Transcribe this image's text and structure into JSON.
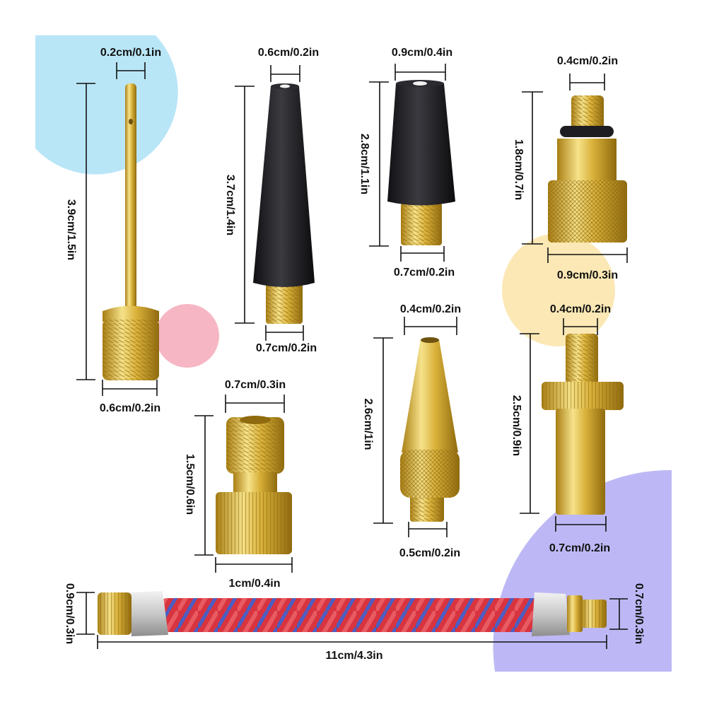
{
  "labels": {
    "needle_tip": "0.2cm/0.1in",
    "needle_height": "3.9cm/1.5in",
    "needle_base": "0.6cm/0.2in",
    "long_cone_top": "0.6cm/0.2in",
    "long_cone_height": "3.7cm/1.4in",
    "long_cone_thread": "0.7cm/0.2in",
    "short_cone_top": "0.9cm/0.4in",
    "short_cone_height": "2.8cm/1.1in",
    "short_cone_thread": "0.7cm/0.2in",
    "oring_top": "0.4cm/0.2in",
    "oring_height": "1.8cm/0.7in",
    "oring_base": "0.9cm/0.3in",
    "presta_adapter_top": "0.7cm/0.3in",
    "presta_adapter_height": "1.5cm/0.6in",
    "presta_adapter_base": "1cm/0.4in",
    "brass_cone_top": "0.4cm/0.2in",
    "brass_cone_height": "2.6cm/1in",
    "brass_cone_thread": "0.5cm/0.2in",
    "long_sleeve_top": "0.4cm/0.2in",
    "long_sleeve_height": "2.5cm/0.9in",
    "long_sleeve_base": "0.7cm/0.2in",
    "hose_left_end": "0.9cm/0.3in",
    "hose_right_end": "0.7cm/0.3in",
    "hose_length": "11cm/4.3in"
  },
  "colors": {
    "brass": "#d9b13a",
    "brass_dark": "#a97f14",
    "brass_light": "#f6e28a",
    "rubber": "#1e1e22",
    "hose_red": "#d8343f",
    "hose_blue": "#4b5ec4",
    "bubble_blue": "#b9e6f7",
    "bubble_pink": "#f7b6c3",
    "bubble_yellow": "#fbe8b5",
    "bubble_purple": "#bdb8f5"
  }
}
